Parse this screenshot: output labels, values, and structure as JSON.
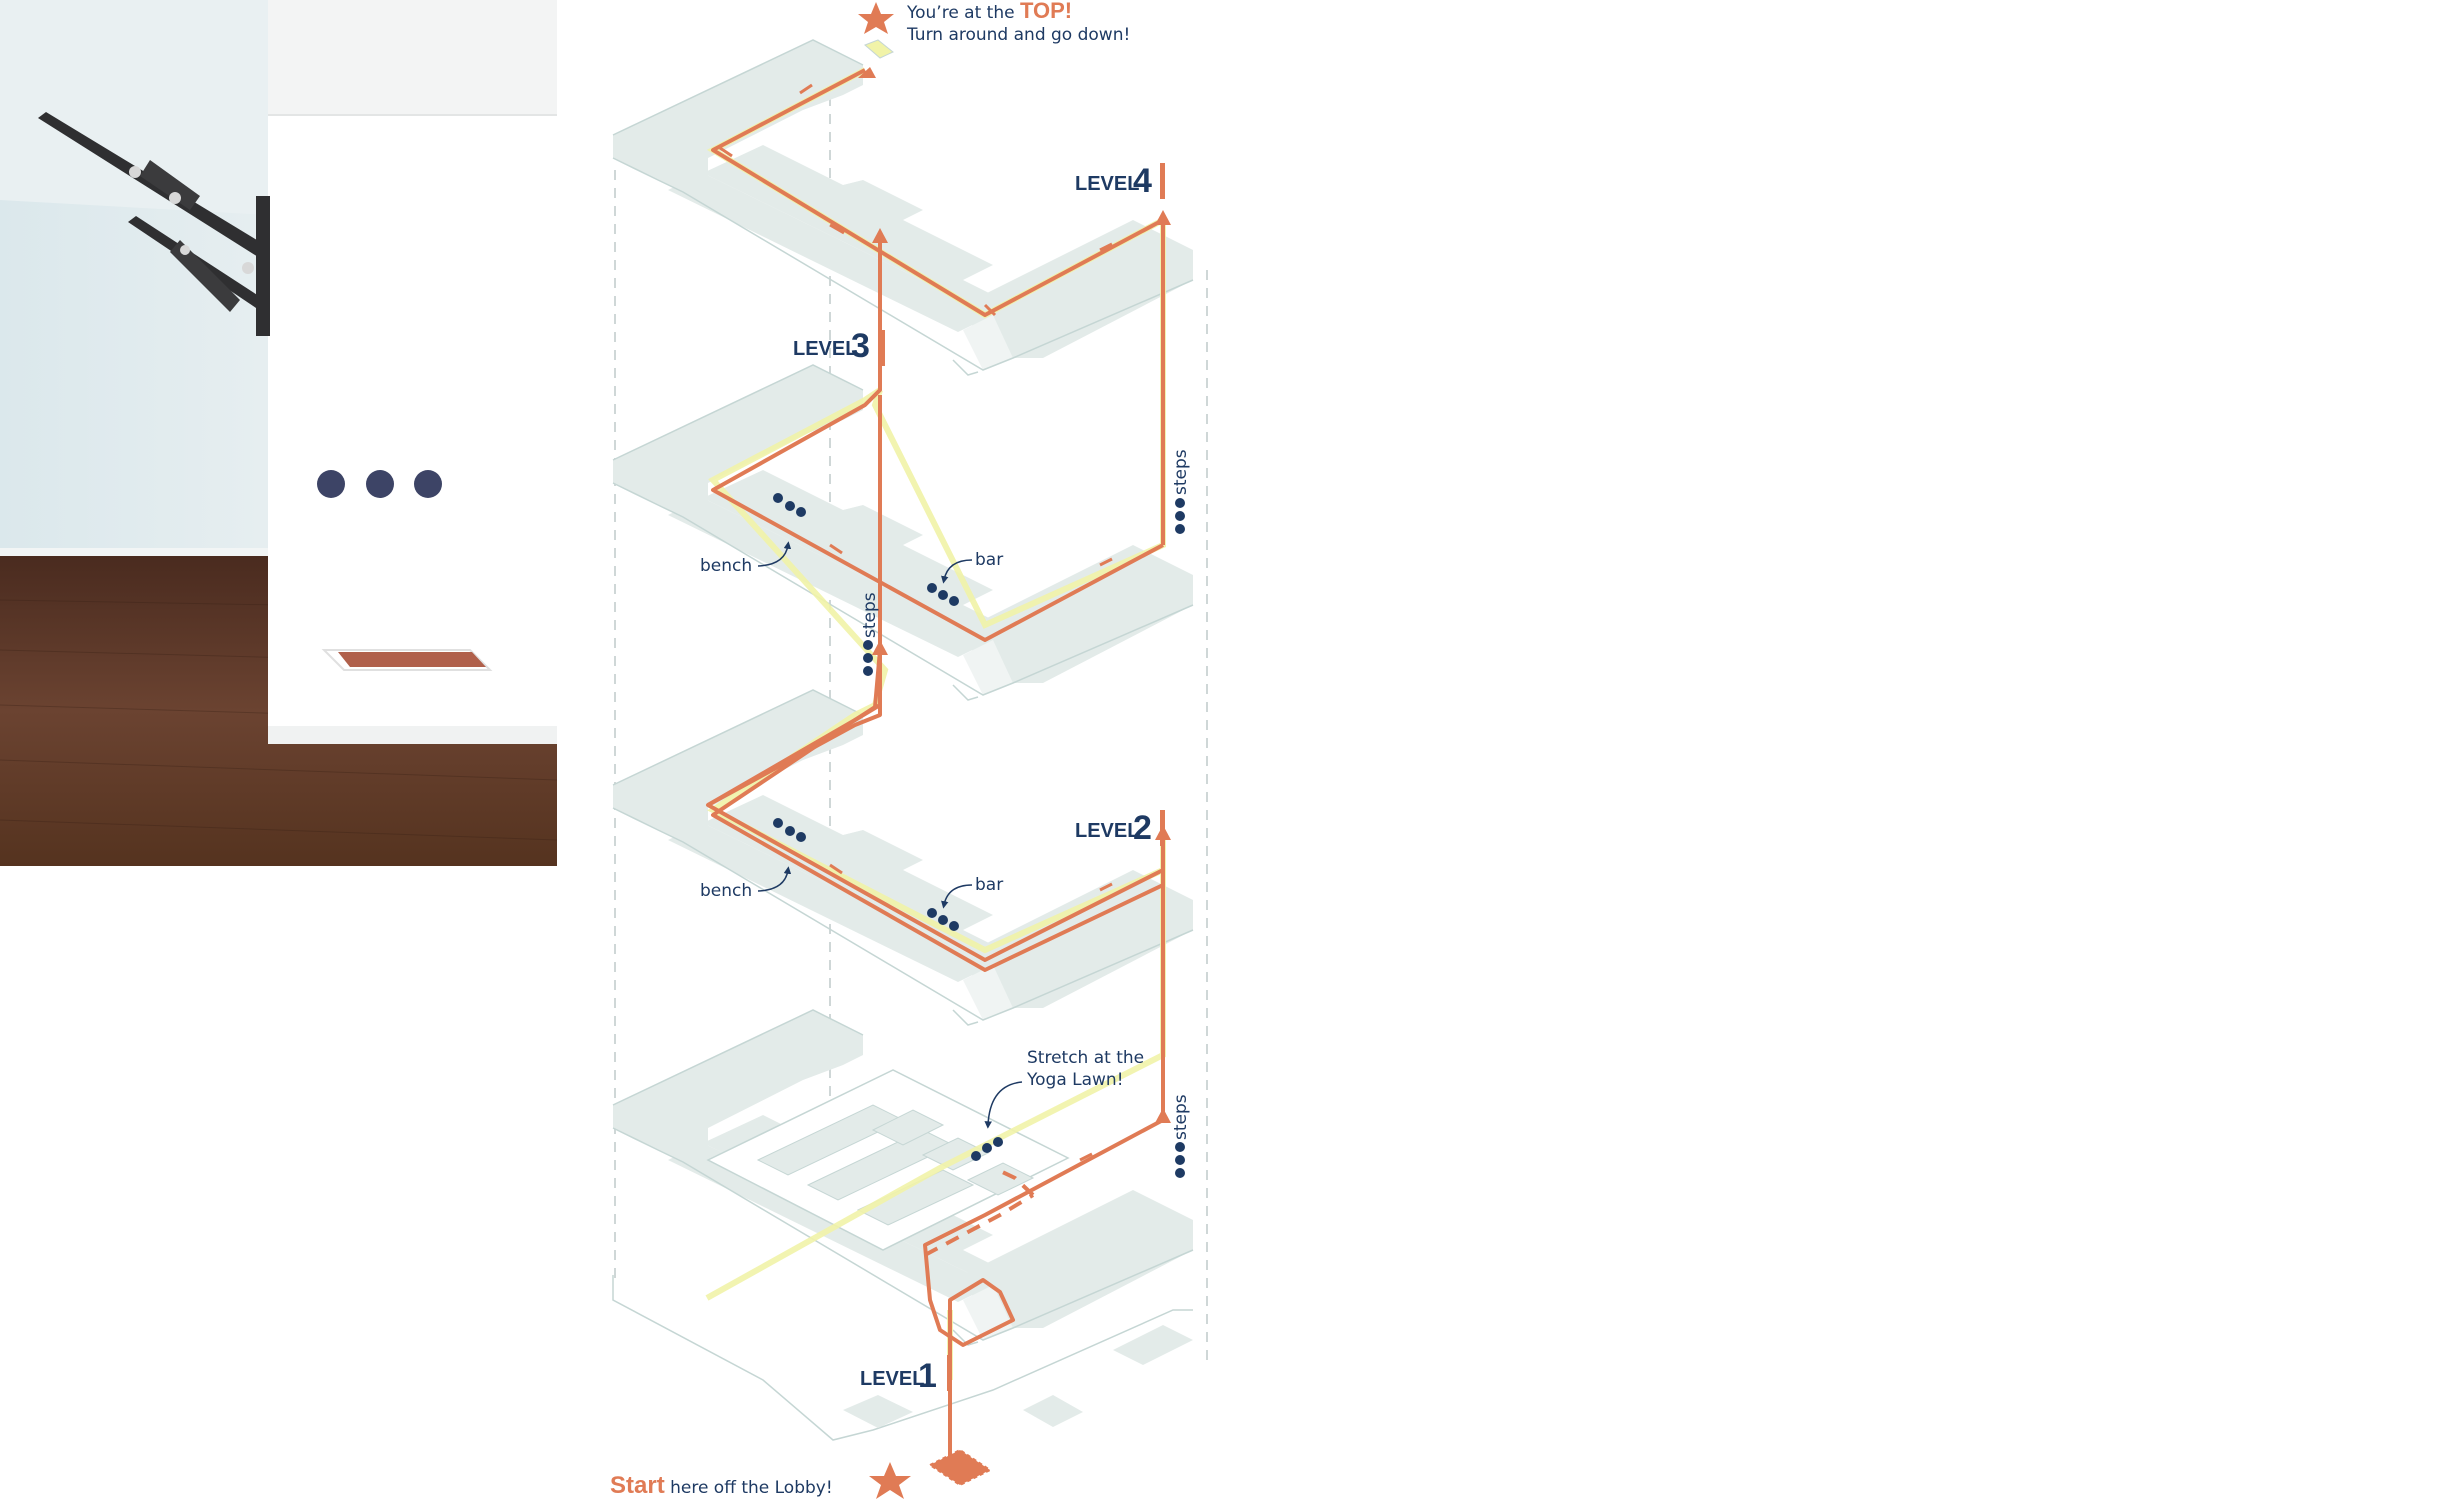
{
  "colors": {
    "route": "#e07b55",
    "navy": "#1e3a63",
    "floor": "#e3ebe9",
    "floor_line": "#c5d6d4",
    "corridor": "#f1f3a8",
    "wall": "#ffffff",
    "wall_shadow": "#f4f6f5",
    "sky_wall": "#dde9ec",
    "wood": "#5a3727",
    "stair_tread": "#b0604b",
    "bar_metal": "#2f2f31"
  },
  "top_note": {
    "line1_prefix": "You’re at the ",
    "line1_emphasis": "TOP!",
    "line2": "Turn around and go down!",
    "icon": "star-icon"
  },
  "start_note": {
    "emphasis": "Start",
    "rest": " here off the Lobby!",
    "icon": "star-icon"
  },
  "levels": [
    {
      "word": "LEVEL",
      "number": "4"
    },
    {
      "word": "LEVEL",
      "number": "3"
    },
    {
      "word": "LEVEL",
      "number": "2"
    },
    {
      "word": "LEVEL",
      "number": "1"
    }
  ],
  "annotations": {
    "bench_l3": "bench",
    "bar_l3": "bar",
    "bench_l2": "bench",
    "bar_l2": "bar",
    "yoga_line1": "Stretch at the",
    "yoga_line2": "Yoga Lawn!"
  },
  "steps_labels": {
    "right_upper": "steps",
    "center": "steps",
    "right_lower": "steps"
  }
}
